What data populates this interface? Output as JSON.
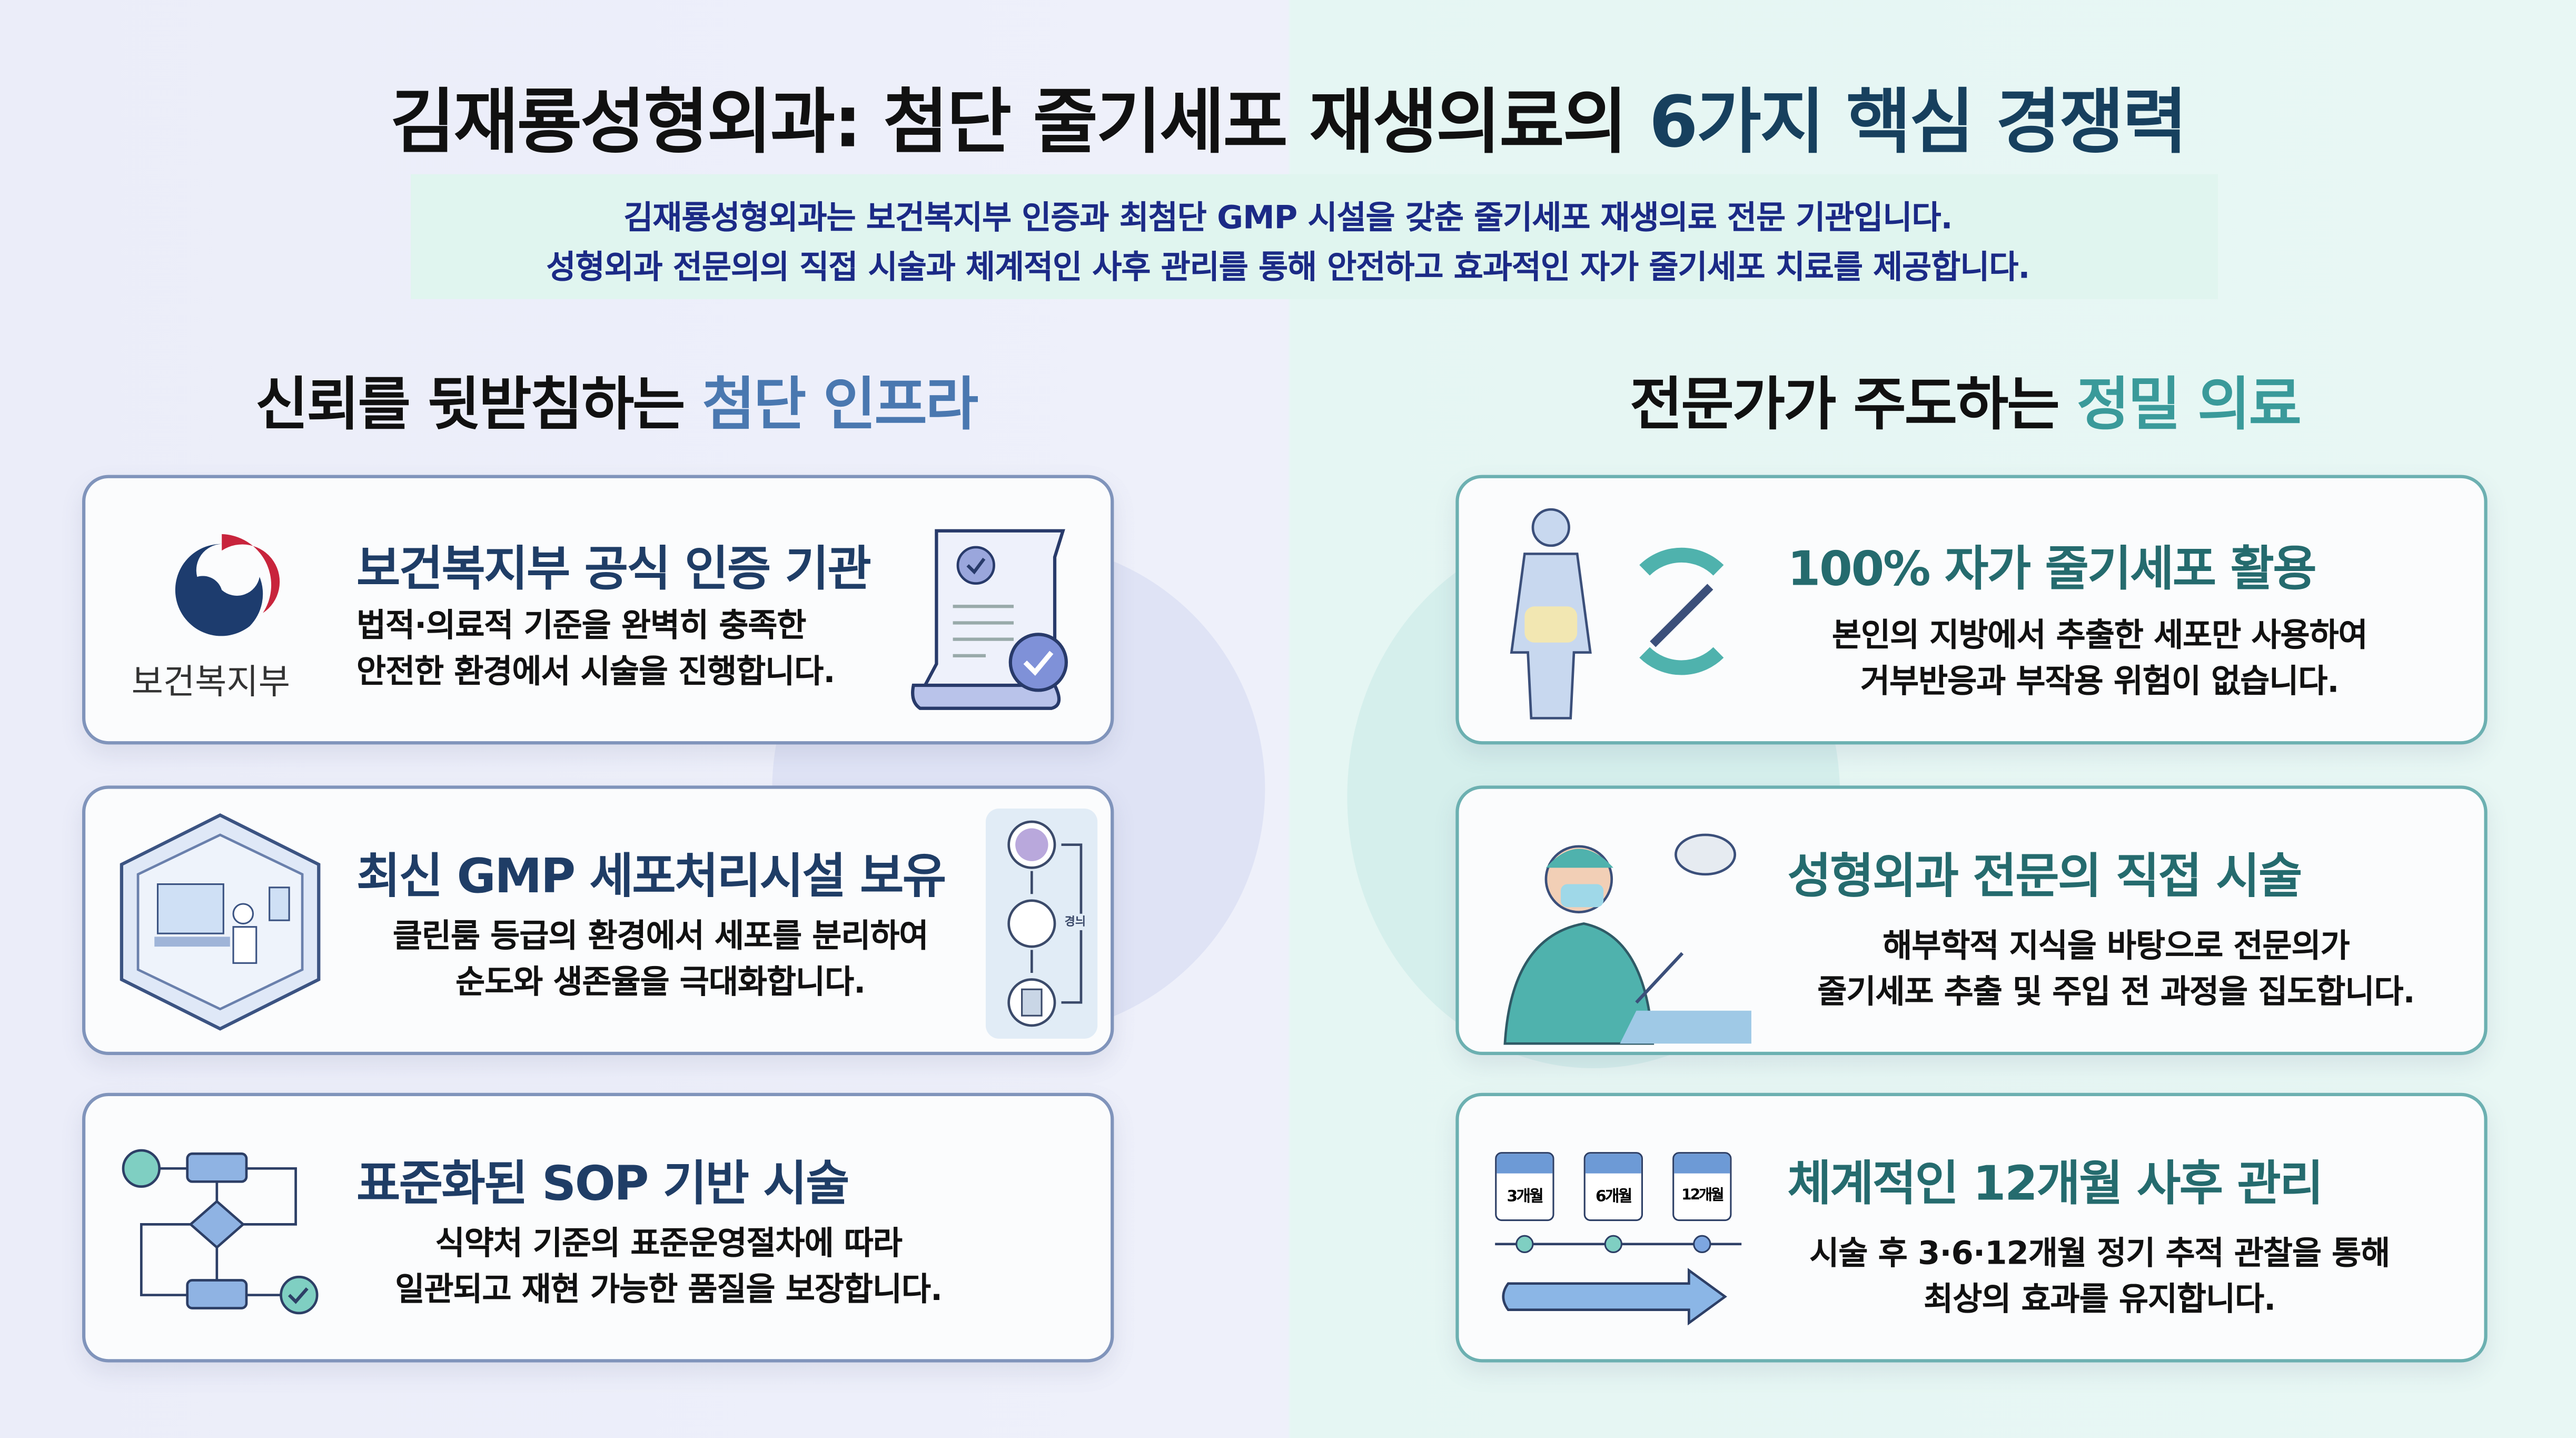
{
  "title": {
    "main": "김재룡성형외과: 첨단 줄기세포 재생의료의 ",
    "highlight": "6가지 핵심 경쟁력"
  },
  "intro": {
    "line1": "김재룡성형외과는 보건복지부 인증과 최첨단 GMP 시설을 갖춘 줄기세포 재생의료 전문 기관입니다.",
    "line2": "성형외과 전문의의 직접 시술과 체계적인 사후 관리를 통해 안전하고 효과적인 자가 줄기세포 치료를 제공합니다."
  },
  "left_section": {
    "heading": "신뢰를 뒷받침하는 ",
    "heading_highlight": "첨단 인프라",
    "highlight_color": "#4a78b0",
    "cards": [
      {
        "title": "보건복지부 공식 인증 기관",
        "desc1": "법적·의료적 기준을 완벽히 충족한",
        "desc2": "안전한 환경에서 시술을 진행합니다.",
        "logo_text": "보건복지부",
        "icon": "certificate-scroll-icon"
      },
      {
        "title": "최신 GMP 세포처리시설 보유",
        "desc1": "클린룸 등급의 환경에서 세포를 분리하여",
        "desc2": "순도와 생존율을 극대화합니다.",
        "icon": "cleanroom-lab-icon",
        "process_label": "경늬"
      },
      {
        "title": "표준화된 SOP 기반 시술",
        "desc1": "식약처 기준의 표준운영절차에 따라",
        "desc2": "일관되고 재현 가능한 품질을 보장합니다.",
        "icon": "flowchart-icon"
      }
    ]
  },
  "right_section": {
    "heading": "전문가가 주도하는 ",
    "heading_highlight": "정밀 의료",
    "highlight_color": "#3a9a9a",
    "cards": [
      {
        "title": "100% 자가 줄기세포 활용",
        "desc1": "본인의 지방에서 추출한 세포만 사용하여",
        "desc2": "거부반응과 부작용 위험이 없습니다.",
        "icon": "body-syringe-cycle-icon"
      },
      {
        "title": "성형외과 전문의 직접 시술",
        "desc1": "해부학적 지식을 바탕으로 전문의가",
        "desc2": "줄기세포 추출 및 주입 전 과정을 집도합니다.",
        "icon": "surgeon-icon"
      },
      {
        "title": "체계적인 12개월 사후 관리",
        "desc1": "시술 후 3·6·12개월 정기 추적 관찰을 통해",
        "desc2": "최상의 효과를 유지합니다.",
        "icon": "calendar-timeline-icon",
        "calendar_labels": [
          "3개월",
          "6개월",
          "12개월"
        ]
      }
    ]
  },
  "colors": {
    "title_highlight": "#17405e",
    "intro_text": "#1b2a86",
    "left_card_border": "#8094bb",
    "right_card_border": "#6cb0b1"
  }
}
